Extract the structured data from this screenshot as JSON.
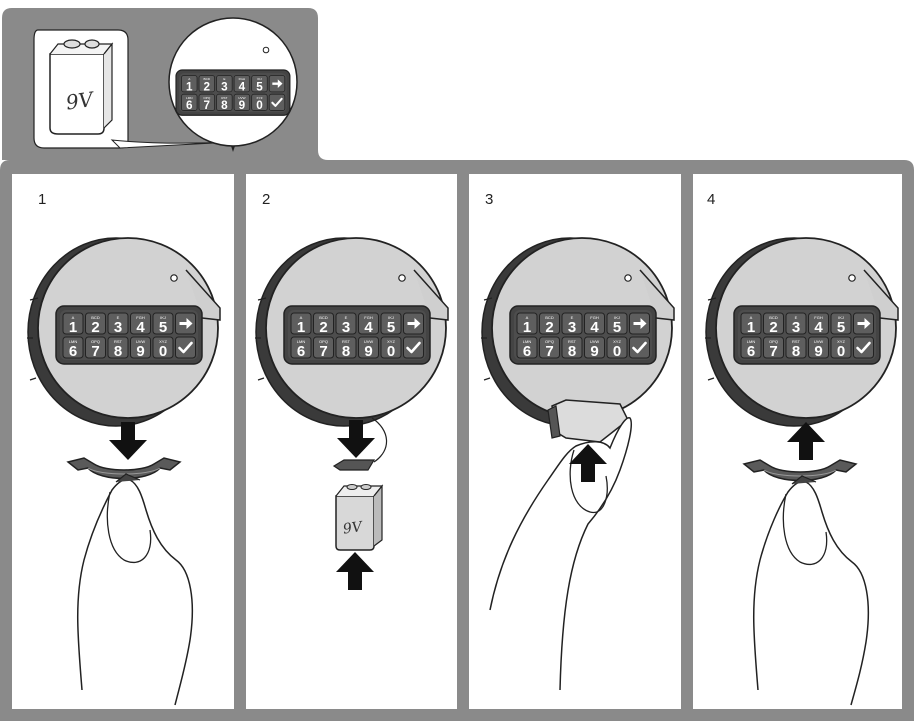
{
  "colors": {
    "frame": "#8a8a8a",
    "panel": "#ffffff",
    "lock_body": "#d2d2d2",
    "lock_rim": "#3a3a3a",
    "keypad": "#444444",
    "key": "#5e5e5e",
    "outline": "#222222",
    "arrow": "#111111"
  },
  "battery_label": "9V",
  "keypad": {
    "row1": [
      {
        "num": "1",
        "sub": "A"
      },
      {
        "num": "2",
        "sub": "BCD"
      },
      {
        "num": "3",
        "sub": "E"
      },
      {
        "num": "4",
        "sub": "FGH"
      },
      {
        "num": "5",
        "sub": "IKJ"
      }
    ],
    "row2": [
      {
        "num": "6",
        "sub": "LMN"
      },
      {
        "num": "7",
        "sub": "OPQ"
      },
      {
        "num": "8",
        "sub": "RST"
      },
      {
        "num": "9",
        "sub": "UVW"
      },
      {
        "num": "0",
        "sub": "XYZ"
      }
    ],
    "enter_icon": "arrow-right-icon",
    "confirm_icon": "checkmark-icon"
  },
  "steps": [
    {
      "number": "1",
      "action": "battery-cover-pushed-up-arrow-down"
    },
    {
      "number": "2",
      "action": "battery-connected-to-clip"
    },
    {
      "number": "3",
      "action": "battery-inserted-into-housing"
    },
    {
      "number": "4",
      "action": "battery-cover-replaced-arrow-up"
    }
  ]
}
